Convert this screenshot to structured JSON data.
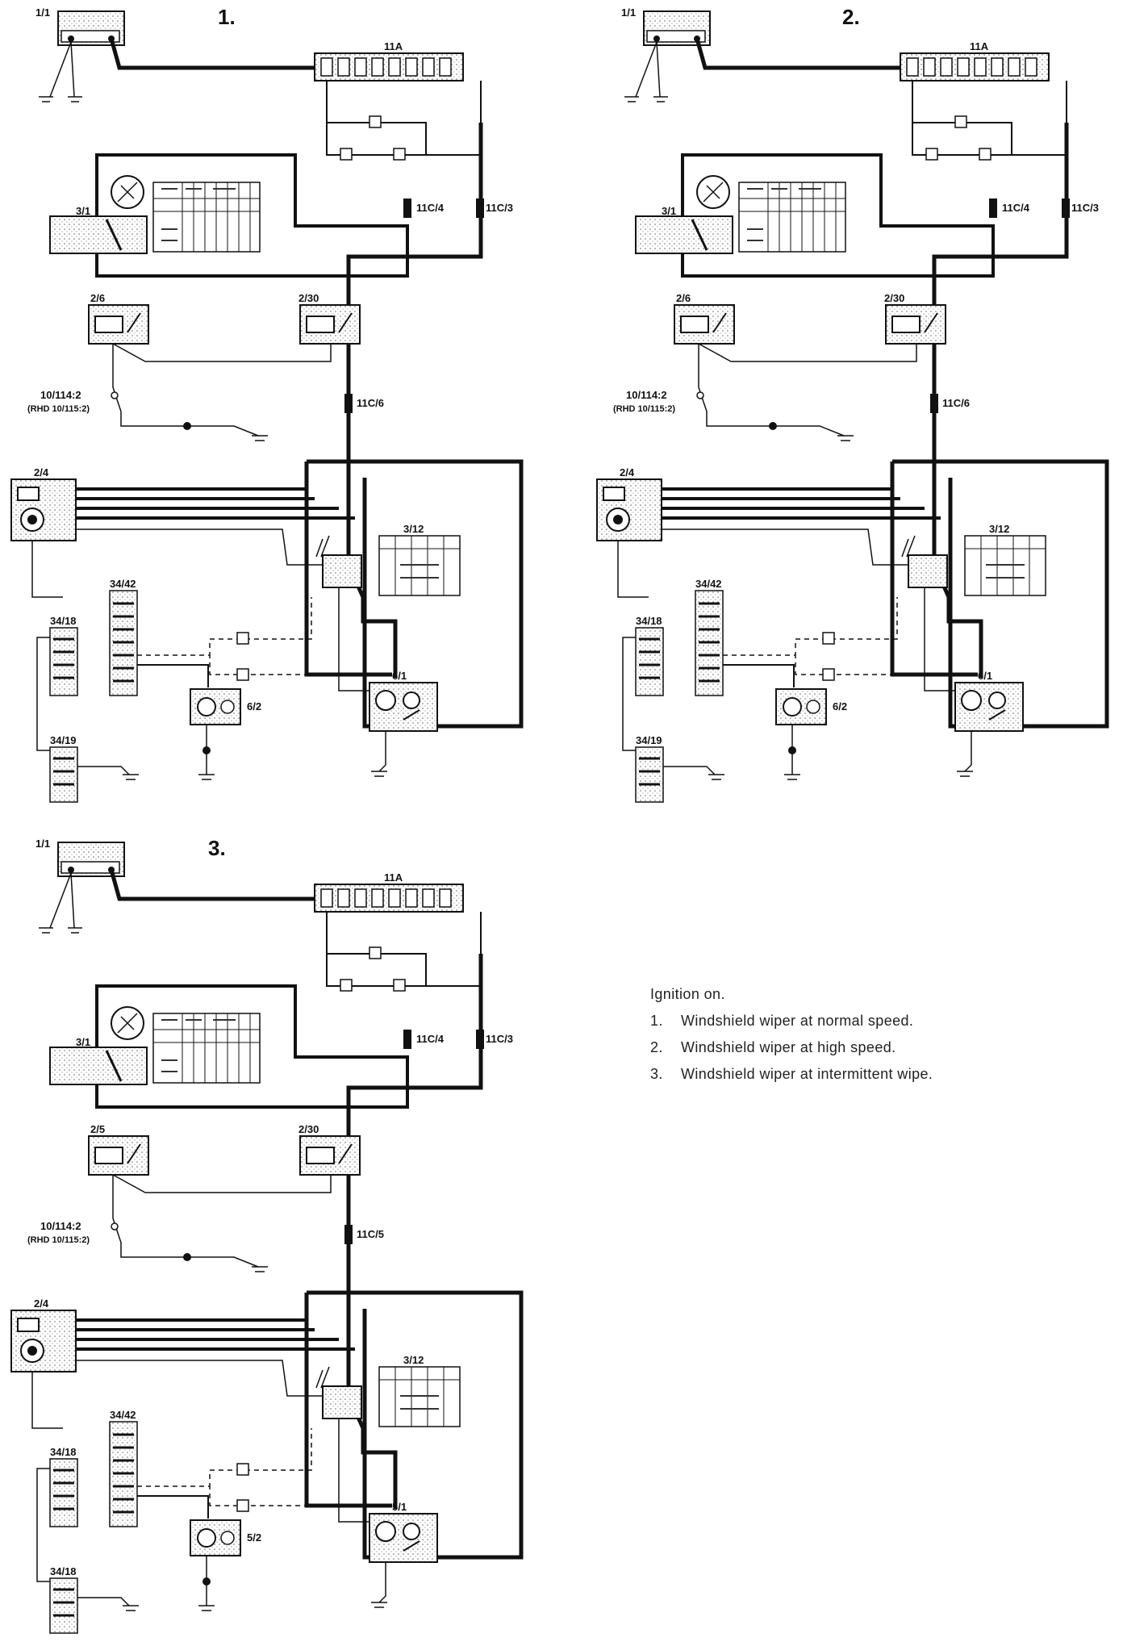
{
  "legend": {
    "heading": "Ignition on.",
    "items": [
      {
        "num": "1.",
        "text": "Windshield wiper at normal speed."
      },
      {
        "num": "2.",
        "text": "Windshield wiper at high speed."
      },
      {
        "num": "3.",
        "text": "Windshield wiper at intermittent wipe."
      }
    ]
  },
  "diagrams": [
    {
      "title": "1.",
      "labels": {
        "c1_1": "1/1",
        "c11a": "11A",
        "c3_1": "3/1",
        "c11c4": "11C/4",
        "c11c3": "11C/3",
        "c2_6": "2/6",
        "c2_30": "2/30",
        "gnd": "10/114:2",
        "rhd": "(RHD 10/115:2)",
        "c11c6": "11C/6",
        "c2_4": "2/4",
        "c3_12": "3/12",
        "c34_42": "34/42",
        "c34_18": "34/18",
        "c34_19": "34/19",
        "c6_2": "6/2",
        "c6_1": "6/1"
      }
    },
    {
      "title": "2.",
      "labels": {
        "c1_1": "1/1",
        "c11a": "11A",
        "c3_1": "3/1",
        "c11c4": "11C/4",
        "c11c3": "11C/3",
        "c2_6": "2/6",
        "c2_30": "2/30",
        "gnd": "10/114:2",
        "rhd": "(RHD 10/115:2)",
        "c11c6": "11C/6",
        "c2_4": "2/4",
        "c3_12": "3/12",
        "c34_42": "34/42",
        "c34_18": "34/18",
        "c34_19": "34/19",
        "c6_2": "6/2",
        "c6_1": "6/1"
      }
    },
    {
      "title": "3.",
      "labels": {
        "c1_1": "1/1",
        "c11a": "11A",
        "c3_1": "3/1",
        "c11c4": "11C/4",
        "c11c3": "11C/3",
        "c2_6": "2/5",
        "c2_30": "2/30",
        "gnd": "10/114:2",
        "rhd": "(RHD 10/115:2)",
        "c11c6": "11C/5",
        "c2_4": "2/4",
        "c3_12": "3/12",
        "c34_42": "34/42",
        "c34_18": "34/18",
        "c34_19": "34/18",
        "c6_2": "5/2",
        "c6_1": "5/1"
      }
    }
  ]
}
